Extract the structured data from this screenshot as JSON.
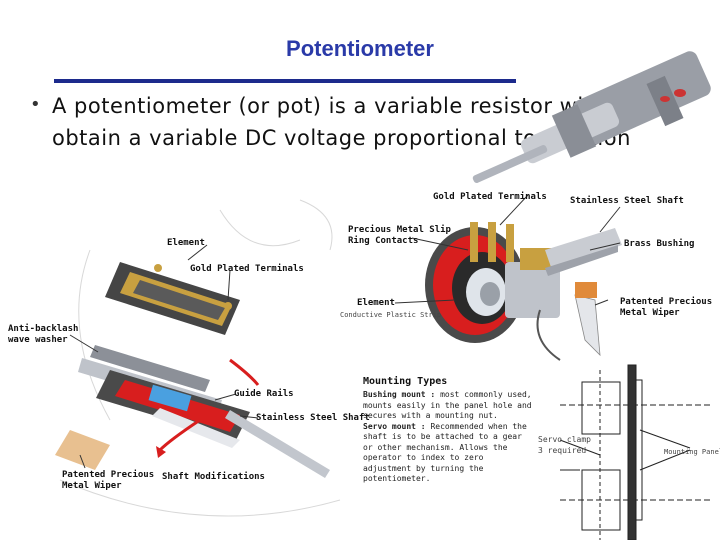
{
  "slide": {
    "title": "Potentiometer",
    "bullet": "A potentiometer (or pot) is a variable resistor wired to obtain a variable DC voltage proportional to position"
  },
  "labels": {
    "gold_plated_terminals_top": "Gold Plated Terminals",
    "stainless_steel_shaft_top": "Stainless Steel Shaft",
    "precious_metal_slip_ring_contacts": "Precious Metal Slip\nRing Contacts",
    "brass_bushing": "Brass Bushing",
    "element_left": "Element",
    "gold_plated_terminals_left": "Gold Plated Terminals",
    "element_right": "Element",
    "element_right_sub": "Conductive Plastic Strip",
    "patented_precious_metal_wiper_right": "Patented Precious\nMetal Wiper",
    "anti_backlash_wave_washer": "Anti-backlash\nwave washer",
    "guide_rails": "Guide Rails",
    "stainless_steel_shaft_mid": "Stainless Steel Shaft",
    "patented_precious_metal_wiper_left": "Patented Precious\nMetal Wiper",
    "shaft_modifications": "Shaft Modifications",
    "servo_clamp": "Servo clamp\n3 required",
    "mounting_panel": "Mounting Panel"
  },
  "mounting": {
    "title": "Mounting Types",
    "bushing_head": "Bushing mount :",
    "bushing_text": " most commonly used, mounts easily in the panel hole and secures with a mounting nut.",
    "servo_head": "Servo mount :",
    "servo_text": " Recommended when the shaft is to be attached to a gear or other mechanism. Allows the operator to index to zero adjustment by turning the potentiometer."
  },
  "colors": {
    "title": "#2a3aa8",
    "rule": "#1c2a8c",
    "red": "#d81e1e",
    "steel": "#b8bcc4"
  }
}
